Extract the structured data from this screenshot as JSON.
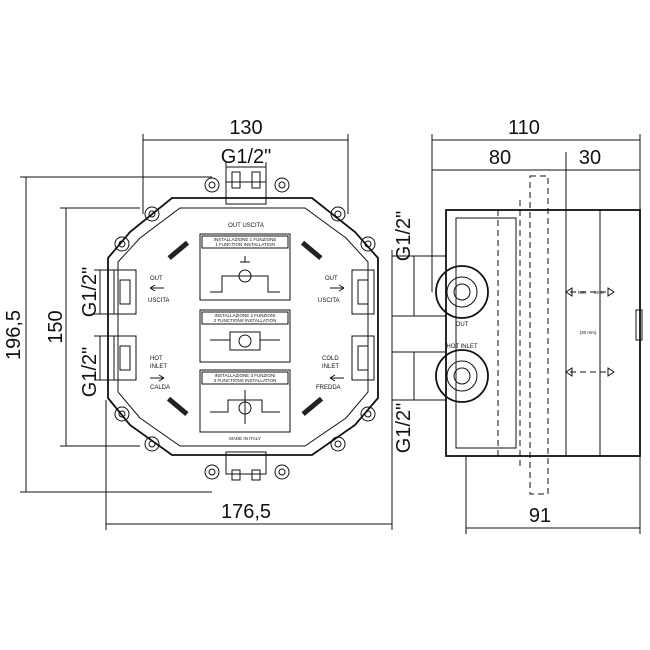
{
  "dimensions": {
    "front_top_width": "130",
    "front_top_thread": "G1/2\"",
    "front_height_total": "196,5",
    "front_height_inner": "150",
    "front_left_thread_upper": "G1/2\"",
    "front_left_thread_lower": "G1/2\"",
    "front_bottom_width": "176,5",
    "side_top_width": "110",
    "side_top_sub_left": "80",
    "side_top_sub_right": "30",
    "side_right_thread_upper": "G1/2\"",
    "side_right_thread_lower": "G1/2\"",
    "side_bottom_width": "91"
  },
  "front_labels": {
    "out_uscita_top": "OUT  USCITA",
    "out_left_1": "OUT",
    "out_left_2": "USCITA",
    "out_right_1": "OUT",
    "out_right_2": "USCITA",
    "hot_1": "HOT",
    "hot_2": "INLET",
    "hot_3": "CALDA",
    "cold_1": "COLD",
    "cold_2": "INLET",
    "cold_3": "FREDDA",
    "panel1_line1": "INSTALLAZIONE 1 FUNZIONE",
    "panel1_line2": "1 FUNCTION INSTALLATION",
    "panel2_line1": "INSTALLAZIONE 2 FUNZIONI",
    "panel2_line2": "2 FUNCTIONS INSTALLATION",
    "panel3_line1": "INSTALLAZIONE 3 FUNZIONI",
    "panel3_line2": "3 FUNCTIONS INSTALLATION",
    "made_in": "MADE IN ITALY"
  },
  "side_labels": {
    "out": "OUT",
    "hot_inlet": "HOT INLET",
    "min": "MIN",
    "max": "MAX",
    "depth_note": "(30 mm)"
  }
}
